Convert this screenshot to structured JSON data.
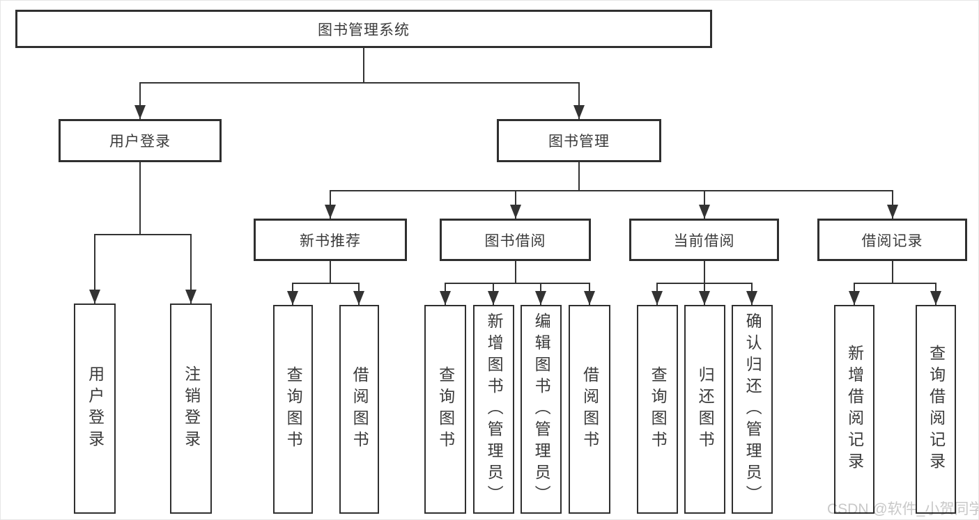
{
  "tree": {
    "root": "图书管理系统",
    "branches": [
      {
        "label": "用户登录",
        "children": [
          "用户登录",
          "注销登录"
        ]
      },
      {
        "label": "图书管理",
        "children": [
          {
            "label": "新书推荐",
            "children": [
              "查询图书",
              "借阅图书"
            ]
          },
          {
            "label": "图书借阅",
            "children": [
              "查询图书",
              "新增图书（管理员）",
              "编辑图书（管理员）",
              "借阅图书"
            ]
          },
          {
            "label": "当前借阅",
            "children": [
              "查询图书",
              "归还图书",
              "确认归还（管理员）"
            ]
          },
          {
            "label": "借阅记录",
            "children": [
              "新增借阅记录",
              "查询借阅记录"
            ]
          }
        ]
      }
    ]
  },
  "watermark": "CSDN @软件_小贺同学",
  "colors": {
    "line": "#333333",
    "border": "#2f2f2f",
    "text": "#3a3a3a",
    "watermark": "#c8c8c8",
    "background": "#ffffff"
  }
}
